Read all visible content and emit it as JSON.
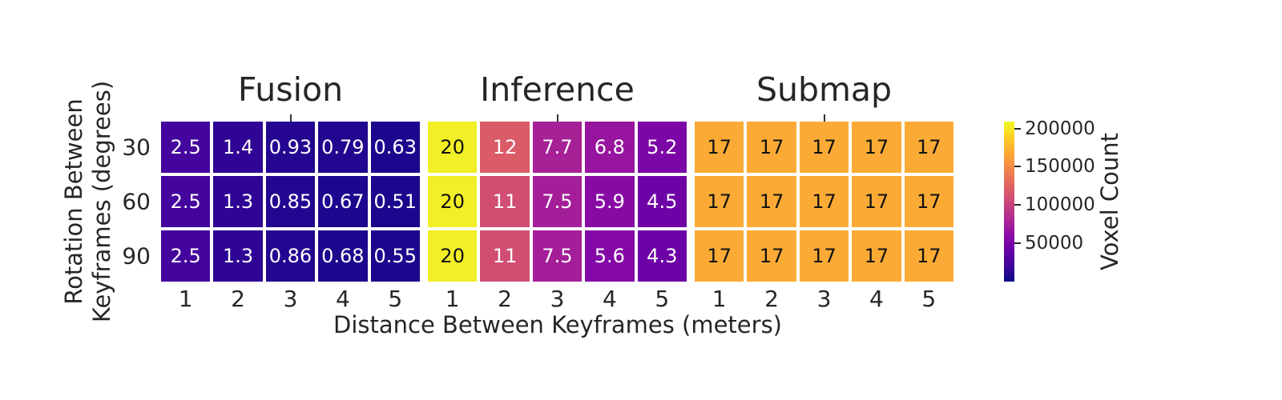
{
  "figure": {
    "background": "#ffffff",
    "text_color": "#262626"
  },
  "chart_data": {
    "type": "heatmap",
    "colormap": "plasma",
    "x_categories": [
      "1",
      "2",
      "3",
      "4",
      "5"
    ],
    "y_categories": [
      "30",
      "60",
      "90"
    ],
    "xlabel": "Distance Between Keyframes (meters)",
    "ylabel_lines": [
      "Rotation Between",
      "Keyframes (degrees)"
    ],
    "panels": [
      {
        "title": "Fusion",
        "rows": [
          [
            {
              "v": "2.5",
              "bg": "#44049e",
              "fg": "light"
            },
            {
              "v": "1.4",
              "bg": "#300596",
              "fg": "light"
            },
            {
              "v": "0.93",
              "bg": "#240691",
              "fg": "light"
            },
            {
              "v": "0.79",
              "bg": "#21068f",
              "fg": "light"
            },
            {
              "v": "0.63",
              "bg": "#1d068e",
              "fg": "light"
            }
          ],
          [
            {
              "v": "2.5",
              "bg": "#44049e",
              "fg": "light"
            },
            {
              "v": "1.3",
              "bg": "#2e0595",
              "fg": "light"
            },
            {
              "v": "0.85",
              "bg": "#230690",
              "fg": "light"
            },
            {
              "v": "0.67",
              "bg": "#1e068e",
              "fg": "light"
            },
            {
              "v": "0.51",
              "bg": "#1a078d",
              "fg": "light"
            }
          ],
          [
            {
              "v": "2.5",
              "bg": "#44049e",
              "fg": "light"
            },
            {
              "v": "1.3",
              "bg": "#2e0595",
              "fg": "light"
            },
            {
              "v": "0.86",
              "bg": "#230690",
              "fg": "light"
            },
            {
              "v": "0.68",
              "bg": "#1e068e",
              "fg": "light"
            },
            {
              "v": "0.55",
              "bg": "#1b078d",
              "fg": "light"
            }
          ]
        ]
      },
      {
        "title": "Inference",
        "rows": [
          [
            {
              "v": "20",
              "bg": "#f1ef25",
              "fg": "dark"
            },
            {
              "v": "12",
              "bg": "#db5c68",
              "fg": "light"
            },
            {
              "v": "7.7",
              "bg": "#a62096",
              "fg": "light"
            },
            {
              "v": "6.8",
              "bg": "#97149f",
              "fg": "light"
            },
            {
              "v": "5.2",
              "bg": "#7c06a6",
              "fg": "light"
            }
          ],
          [
            {
              "v": "20",
              "bg": "#f1ef25",
              "fg": "dark"
            },
            {
              "v": "11",
              "bg": "#d14e72",
              "fg": "light"
            },
            {
              "v": "7.5",
              "bg": "#a31e98",
              "fg": "light"
            },
            {
              "v": "5.9",
              "bg": "#880aa5",
              "fg": "light"
            },
            {
              "v": "4.5",
              "bg": "#6f02a7",
              "fg": "light"
            }
          ],
          [
            {
              "v": "20",
              "bg": "#f1ef25",
              "fg": "dark"
            },
            {
              "v": "11",
              "bg": "#d14e72",
              "fg": "light"
            },
            {
              "v": "7.5",
              "bg": "#a31e98",
              "fg": "light"
            },
            {
              "v": "5.6",
              "bg": "#8308a5",
              "fg": "light"
            },
            {
              "v": "4.3",
              "bg": "#6c00a7",
              "fg": "light"
            }
          ]
        ]
      },
      {
        "title": "Submap",
        "rows": [
          [
            {
              "v": "17",
              "bg": "#fbab35",
              "fg": "dark"
            },
            {
              "v": "17",
              "bg": "#fbab35",
              "fg": "dark"
            },
            {
              "v": "17",
              "bg": "#fbab35",
              "fg": "dark"
            },
            {
              "v": "17",
              "bg": "#fbab35",
              "fg": "dark"
            },
            {
              "v": "17",
              "bg": "#fbab35",
              "fg": "dark"
            }
          ],
          [
            {
              "v": "17",
              "bg": "#fbab35",
              "fg": "dark"
            },
            {
              "v": "17",
              "bg": "#fbab35",
              "fg": "dark"
            },
            {
              "v": "17",
              "bg": "#fbab35",
              "fg": "dark"
            },
            {
              "v": "17",
              "bg": "#fbab35",
              "fg": "dark"
            },
            {
              "v": "17",
              "bg": "#fbab35",
              "fg": "dark"
            }
          ],
          [
            {
              "v": "17",
              "bg": "#fbab35",
              "fg": "dark"
            },
            {
              "v": "17",
              "bg": "#fbab35",
              "fg": "dark"
            },
            {
              "v": "17",
              "bg": "#fbab35",
              "fg": "dark"
            },
            {
              "v": "17",
              "bg": "#fbab35",
              "fg": "dark"
            },
            {
              "v": "17",
              "bg": "#fbab35",
              "fg": "dark"
            }
          ]
        ]
      }
    ],
    "colorbar": {
      "label": "Voxel Count",
      "vmin": 0,
      "vmax": 209000,
      "ticks": [
        {
          "value": 50000,
          "label": "50000"
        },
        {
          "value": 100000,
          "label": "100000"
        },
        {
          "value": 150000,
          "label": "150000"
        },
        {
          "value": 200000,
          "label": "200000"
        }
      ],
      "gradient_stops": [
        "#0d0887",
        "#41049d",
        "#6a00a8",
        "#8f0da4",
        "#b12a90",
        "#cc4778",
        "#e16462",
        "#f2844b",
        "#fca636",
        "#fcce25",
        "#f0f921"
      ]
    }
  }
}
